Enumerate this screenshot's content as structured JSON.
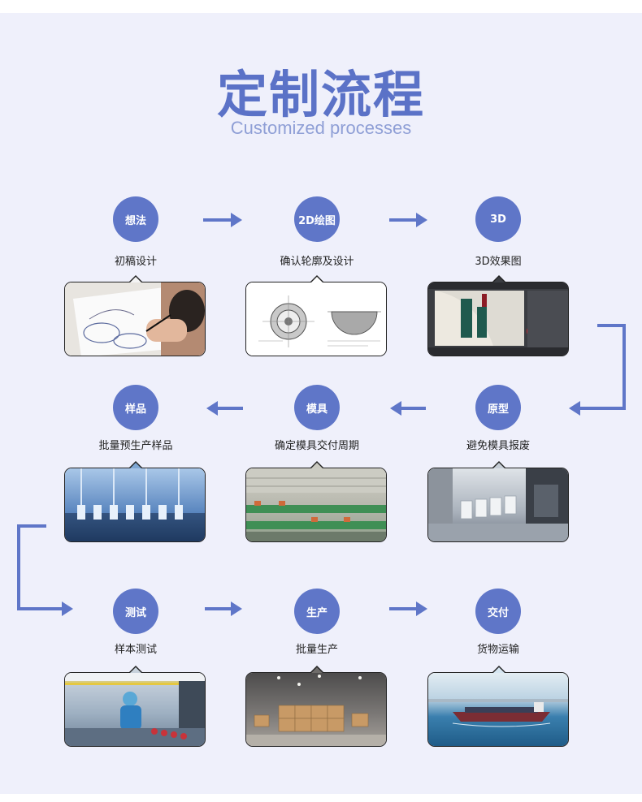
{
  "header": {
    "title": "定制流程",
    "subtitle": "Customized processes"
  },
  "steps": [
    {
      "circle": "想法",
      "caption": "初稿设计",
      "image": "sketch-drawing-photo"
    },
    {
      "circle": "2D绘图",
      "caption": "确认轮廓及设计",
      "image": "2d-technical-drawing"
    },
    {
      "circle": "3D",
      "caption": "3D效果图",
      "image": "3d-render-software-screenshot"
    },
    {
      "circle": "原型",
      "caption": "避免模具报废",
      "image": "prototype-machine-photo"
    },
    {
      "circle": "模具",
      "caption": "确定模具交付周期",
      "image": "factory-floor-photo"
    },
    {
      "circle": "样品",
      "caption": "批量预生产样品",
      "image": "production-line-photo"
    },
    {
      "circle": "测试",
      "caption": "样本测试",
      "image": "worker-testing-photo"
    },
    {
      "circle": "生产",
      "caption": "批量生产",
      "image": "warehouse-boxes-photo"
    },
    {
      "circle": "交付",
      "caption": "货物运输",
      "image": "cargo-ship-photo"
    }
  ],
  "colors": {
    "accent": "#5f76c8",
    "title": "#5b72c7",
    "subtitle": "#8f9fd6",
    "background": "#eff0fb"
  }
}
